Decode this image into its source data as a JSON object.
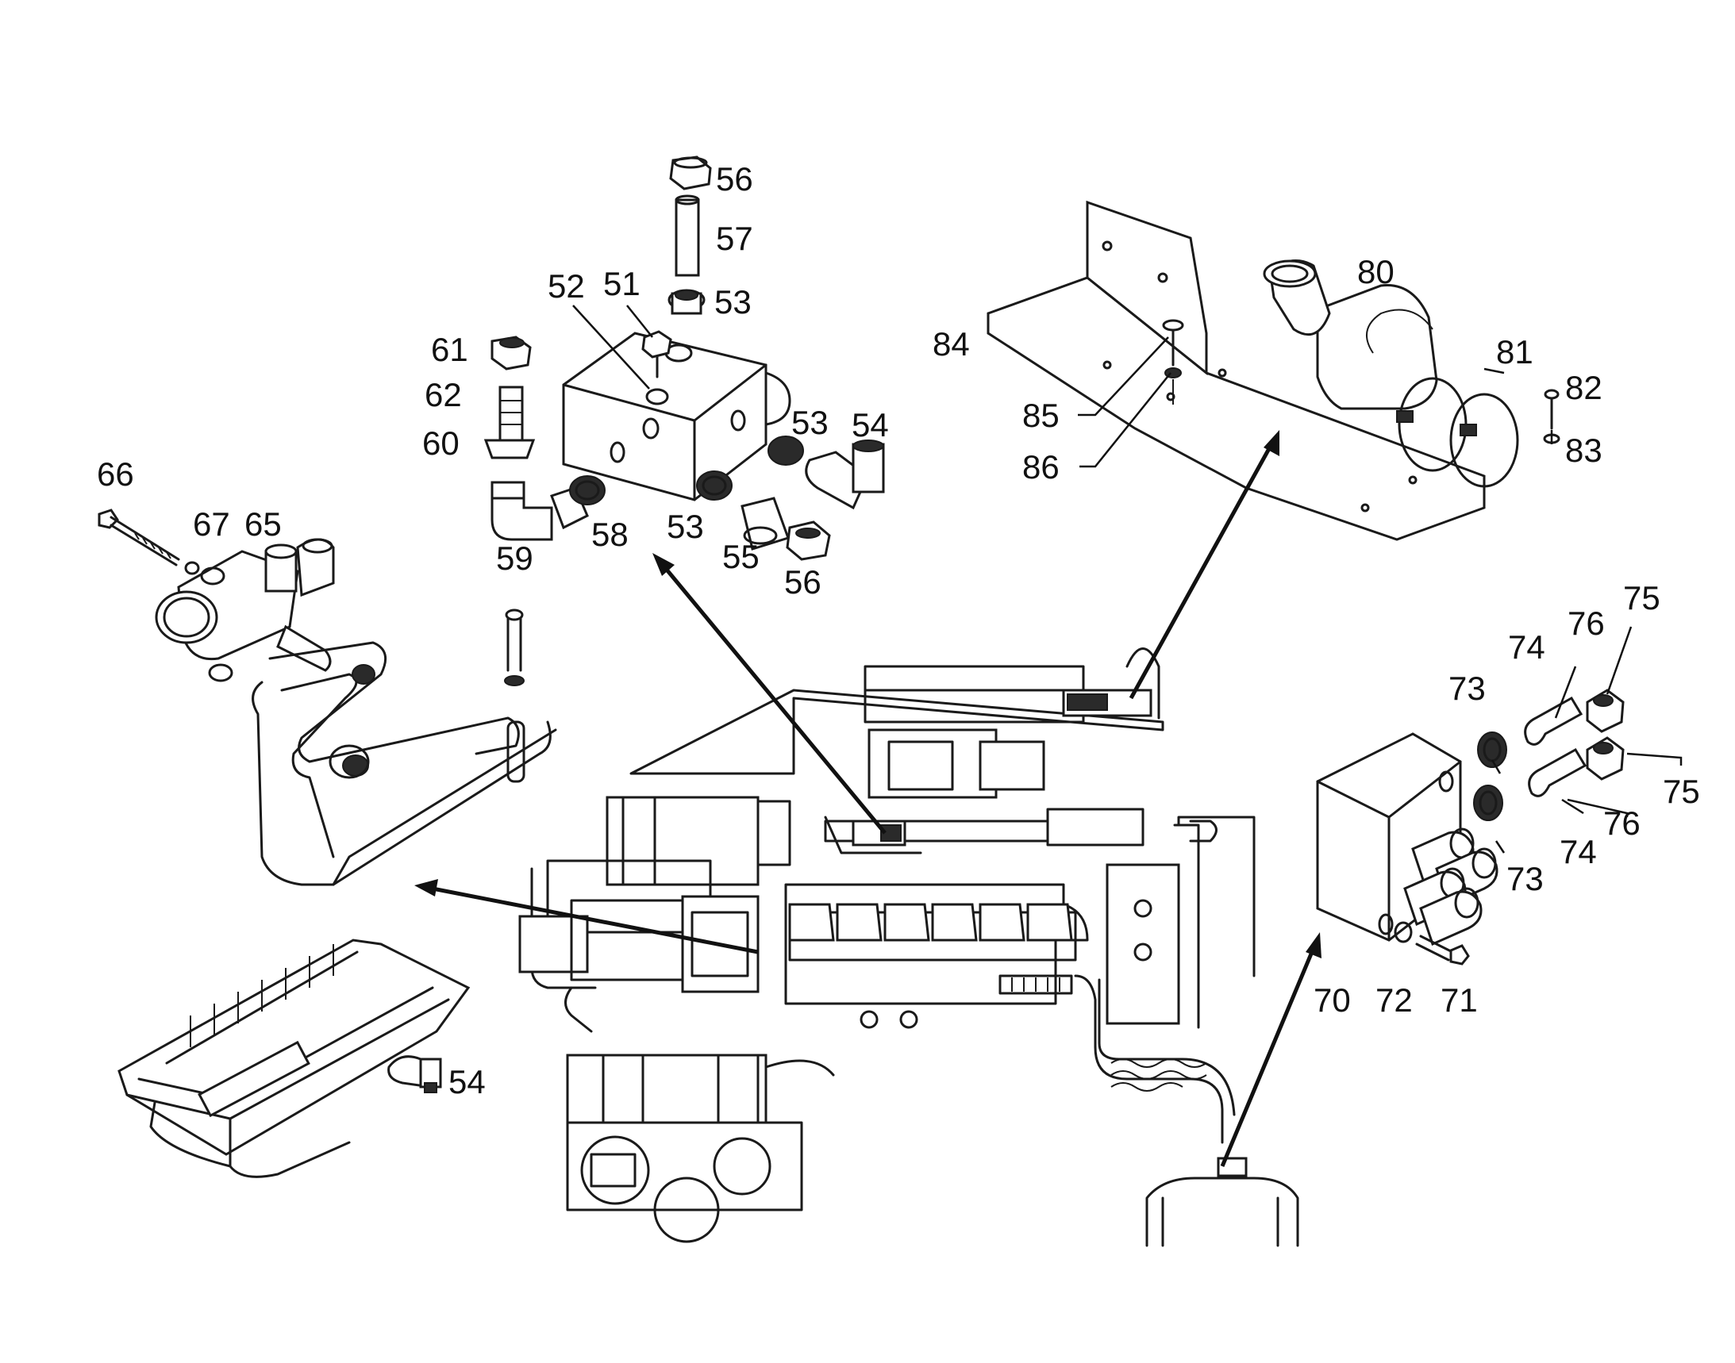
{
  "callouts": [
    {
      "id": "c56a",
      "label": "56"
    },
    {
      "id": "c57",
      "label": "57"
    },
    {
      "id": "c52",
      "label": "52"
    },
    {
      "id": "c51",
      "label": "51"
    },
    {
      "id": "c53a",
      "label": "53"
    },
    {
      "id": "c61",
      "label": "61"
    },
    {
      "id": "c62",
      "label": "62"
    },
    {
      "id": "c60",
      "label": "60"
    },
    {
      "id": "c53b",
      "label": "53"
    },
    {
      "id": "c54a",
      "label": "54"
    },
    {
      "id": "c59",
      "label": "59"
    },
    {
      "id": "c58",
      "label": "58"
    },
    {
      "id": "c53c",
      "label": "53"
    },
    {
      "id": "c55",
      "label": "55"
    },
    {
      "id": "c56b",
      "label": "56"
    },
    {
      "id": "c66",
      "label": "66"
    },
    {
      "id": "c67",
      "label": "67"
    },
    {
      "id": "c65",
      "label": "65"
    },
    {
      "id": "c80",
      "label": "80"
    },
    {
      "id": "c84",
      "label": "84"
    },
    {
      "id": "c81",
      "label": "81"
    },
    {
      "id": "c82",
      "label": "82"
    },
    {
      "id": "c85",
      "label": "85"
    },
    {
      "id": "c83",
      "label": "83"
    },
    {
      "id": "c86",
      "label": "86"
    },
    {
      "id": "c75a",
      "label": "75"
    },
    {
      "id": "c76a",
      "label": "76"
    },
    {
      "id": "c74a",
      "label": "74"
    },
    {
      "id": "c73a",
      "label": "73"
    },
    {
      "id": "c75b",
      "label": "75"
    },
    {
      "id": "c76b",
      "label": "76"
    },
    {
      "id": "c74b",
      "label": "74"
    },
    {
      "id": "c73b",
      "label": "73"
    },
    {
      "id": "c70",
      "label": "70"
    },
    {
      "id": "c72",
      "label": "72"
    },
    {
      "id": "c71",
      "label": "71"
    },
    {
      "id": "c54b",
      "label": "54"
    }
  ]
}
